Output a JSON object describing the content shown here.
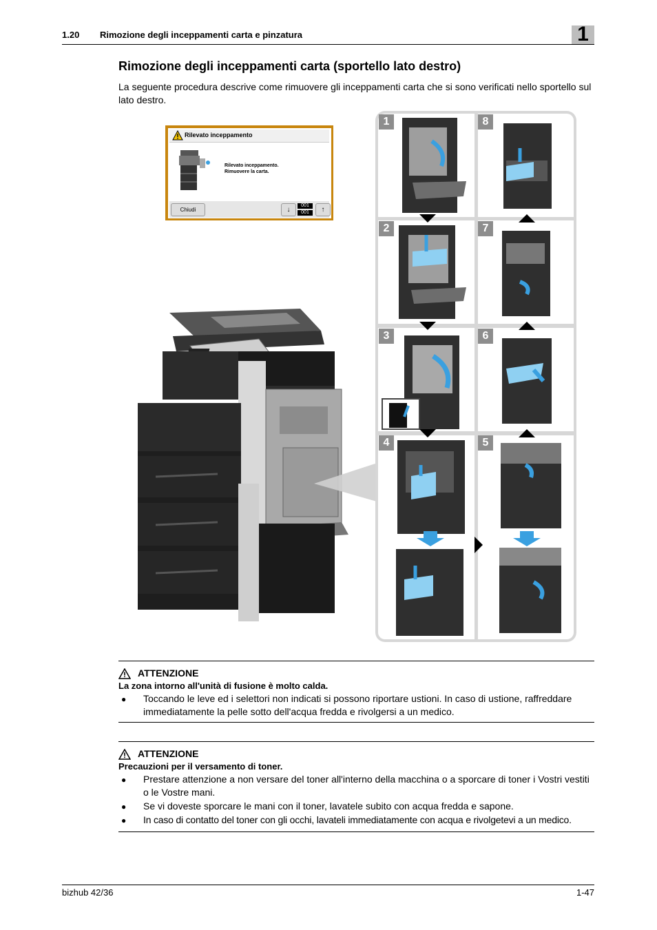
{
  "header": {
    "section": "1.20",
    "title": "Rimozione degli inceppamenti carta e pinzatura",
    "chapter": "1"
  },
  "heading": "Rimozione degli inceppamenti carta (sportello lato destro)",
  "intro": "La seguente procedura descrive come rimuovere gli inceppamenti carta che si sono verificati nello sportello sul lato destro.",
  "screen": {
    "title": "Rilevato inceppamento",
    "message_line1": "Rilevato inceppamento.",
    "message_line2": "Rimuovere la carta.",
    "close_button": "Chiudi",
    "counter_top": "001",
    "counter_bottom": "001"
  },
  "steps": [
    "1",
    "2",
    "3",
    "4",
    "5",
    "6",
    "7",
    "8"
  ],
  "warnings": [
    {
      "title": "ATTENZIONE",
      "subtitle": "La zona intorno all'unità di fusione è molto calda.",
      "items": [
        "Toccando le leve ed i selettori non indicati si possono riportare ustioni. In caso di ustione, raffreddare immediatamente la pelle sotto dell'acqua fredda e rivolgersi a un medico."
      ]
    },
    {
      "title": "ATTENZIONE",
      "subtitle": "Precauzioni per il versamento di toner.",
      "items": [
        "Prestare attenzione a non versare del toner all'interno della macchina o a sporcare di toner i Vostri vestiti o le Vostre mani.",
        "Se vi doveste sporcare le mani con il toner, lavatele subito con acqua fredda e sapone.",
        "In caso di contatto del toner con gli occhi, lavateli immediatamente con acqua e rivolgetevi a un medico."
      ]
    }
  ],
  "bullet_symbol": "●",
  "footer": {
    "model": "bizhub 42/36",
    "page": "1-47"
  }
}
